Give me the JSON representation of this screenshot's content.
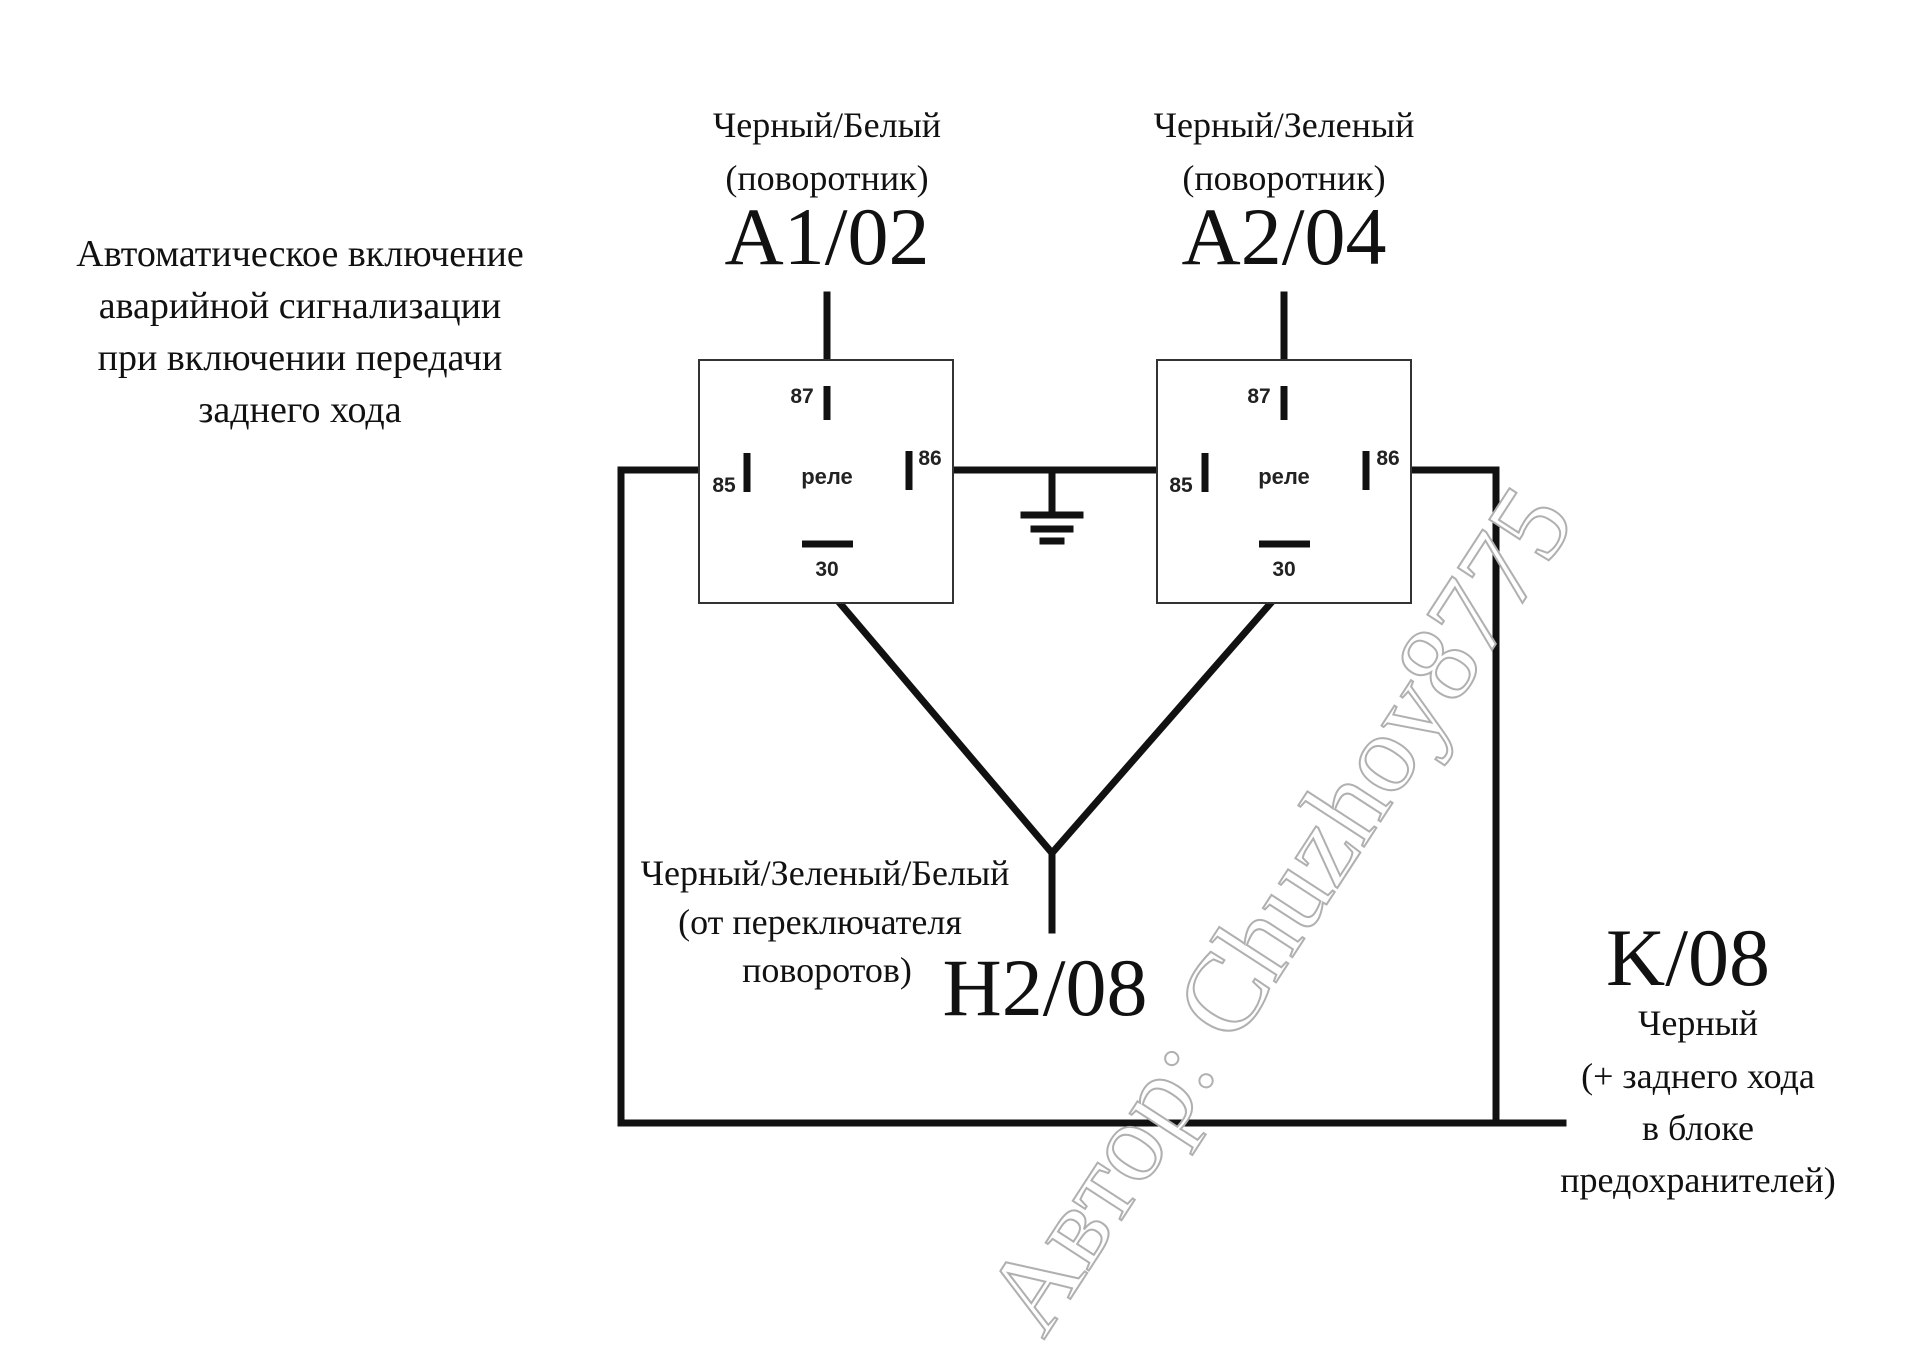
{
  "title_lines": [
    "Автоматическое включение",
    "аварийной сигнализации",
    "при включении передачи",
    "заднего хода"
  ],
  "relay1": {
    "wire_color": "Черный/Белый",
    "wire_note": "(поворотник)",
    "code": "A1/02",
    "pin87": "87",
    "pin85": "85",
    "pin86": "86",
    "pin30": "30",
    "label": "реле"
  },
  "relay2": {
    "wire_color": "Черный/Зеленый",
    "wire_note": "(поворотник)",
    "code": "A2/04",
    "pin87": "87",
    "pin85": "85",
    "pin86": "86",
    "pin30": "30",
    "label": "реле"
  },
  "switch_input": {
    "lines": [
      "Черный/Зеленый/Белый",
      "(от переключателя",
      "поворотов)"
    ],
    "code": "H2/08"
  },
  "reverse_input": {
    "code": "K/08",
    "lines": [
      "Черный",
      "(+ заднего хода",
      "в блоке",
      "предохранителей)"
    ]
  },
  "watermark": "Автор: Chuzhoy8775",
  "icons": {
    "ground": "ground-icon"
  }
}
